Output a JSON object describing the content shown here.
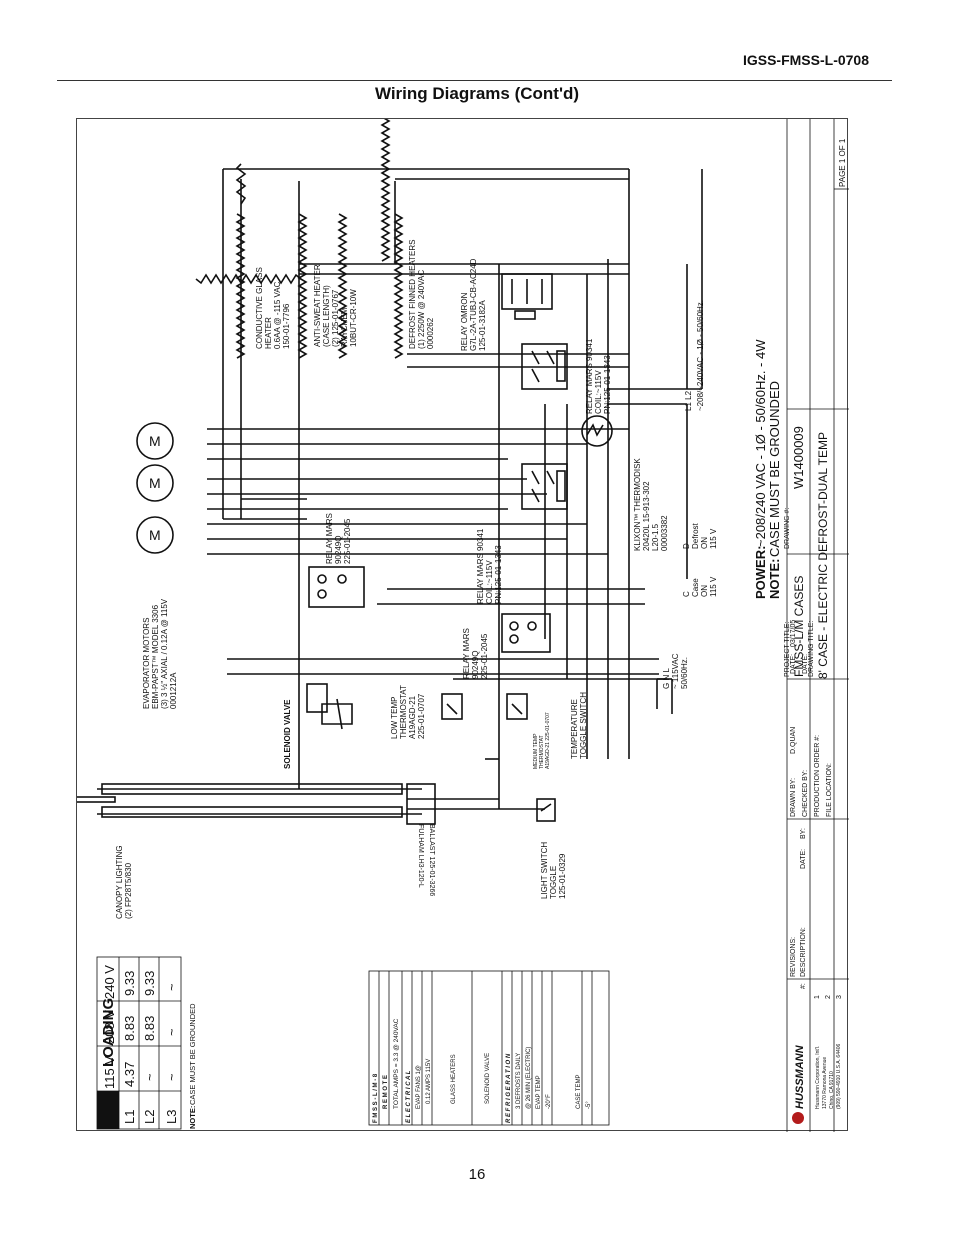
{
  "page": {
    "doc_id": "IGSS-FMSS-L-0708",
    "title": "Wiring Diagrams (Cont'd)",
    "page_number": "16"
  },
  "title_block": {
    "power_label": "POWER:",
    "power_value": "~208/240 VAC - 1Ø - 50/60Hz. - 4W",
    "note_label": "NOTE:",
    "note_value": "CASE MUST BE GROUNDED",
    "project_title_label": "PROJECT TITLE:",
    "project_title": "FMSS-L/M CASES",
    "drawing_no_label": "DRAWING #:",
    "drawing_no": "W1400009",
    "drawing_title_label": "DRAWING TITLE:",
    "drawing_title": "8' CASE - ELECTRIC DEFROST-DUAL TEMP",
    "page_of": "PAGE 1 OF 1",
    "drawn_by_label": "DRAWN BY:",
    "drawn_by": "D.QUAN",
    "date_label": "DATE:",
    "date": "03/17/05",
    "checked_by_label": "CHECKED BY:",
    "checked_date_label": "DATE:",
    "production_order_label": "PRODUCTION ORDER #:",
    "file_location_label": "FILE LOCATION:",
    "revisions_label": "REVISIONS:",
    "rev_num_label": "#:",
    "description_label": "DESCRIPTION:",
    "rev_date_label": "DATE:",
    "by_label": "BY:",
    "rev_rows": [
      "1",
      "2",
      "3"
    ],
    "company_logo": "HUSSMANN",
    "company_lines": [
      "Hussmann Corporation, Int'l.",
      "13770 Ramona Avenue",
      "Chino, CA 91710",
      "(909) 590-4910  U.S.A. 64406"
    ]
  },
  "loading_table": {
    "title": "LOADING",
    "headers": [
      "115 V",
      "208 V",
      "240 V"
    ],
    "rows": [
      {
        "label": "L1",
        "values": [
          "4.37",
          "8.83",
          "9.33"
        ]
      },
      {
        "label": "L2",
        "values": [
          "~",
          "8.83",
          "9.33"
        ]
      },
      {
        "label": "L3",
        "values": [
          "~",
          "~",
          "~"
        ]
      }
    ],
    "note_label": "NOTE:",
    "note": "CASE MUST BE GROUNDED"
  },
  "spec_table": {
    "model": "F M S S - L / M - 8",
    "remote": "R E M O T E",
    "total_amps": "TOTAL AMPS = 3.3 @ 240VAC",
    "electrical": "E L E C T R I C A L",
    "evap_fans": "EVAP FANS 1@",
    "evap_fans_amps": "0.12 AMPS 115V",
    "glass_heaters": "GLASS HEATERS",
    "solenoid_valve": "SOLENOID VALVE",
    "refrigeration": "R E F R I G E R A T I O N",
    "defrosts": "3 DEFROSTS DAILY",
    "defrost_time": "@ 26 MIN (ELECTRIC)",
    "evap_temp": "EVAP TEMP",
    "evap_temp_value": "-20°F",
    "case_temp": "CASE TEMP",
    "case_temp_value": "-5°"
  },
  "components": {
    "canopy_lighting": [
      "CANOPY LIGHTING",
      "(2) FP28T5/830"
    ],
    "light_switch": [
      "LIGHT SWITCH",
      "TOGGLE",
      "125-01-0329"
    ],
    "ballast": [
      "FULHAM LH3-120-L",
      "BALLAST 125-01-3266"
    ],
    "evap_motors": [
      "EVAPORATOR MOTORS",
      "EBM-PAPST™ MODEL 3306",
      "(3) 3 ½\" AXIAL / 0.12A @ 115V",
      "0001212A"
    ],
    "solenoid_valve": [
      "SOLENOID VALVE"
    ],
    "low_temp_thermostat": [
      "LOW TEMP",
      "THERMOSTAT",
      "A19AGD-21",
      "225-01-0707"
    ],
    "medium_temp_thermostat": [
      "MEDIUM TEMP",
      "THERMOSTAT",
      "A19AGD-21 225-01-0707"
    ],
    "temp_toggle": [
      "TEMPERATURE",
      "TOGGLE SWITCH"
    ],
    "relay_mars_1": [
      "RELAY MARS",
      "90249Q",
      "225-01-2045"
    ],
    "relay_mars_2": [
      "RELAY MARS",
      "90249Q",
      "225-01-2045"
    ],
    "relay_mars_90341_a": [
      "RELAY MARS 90341",
      "COIL:~115V",
      "PN:125-01-1343"
    ],
    "relay_mars_90341_b": [
      "RELAY MARS 90341",
      "COIL:~115V",
      "PN:125-01-1343"
    ],
    "klixon": [
      "KLIXON™ THERMODISK",
      "20420L 15-913-302",
      "L20-1.5",
      "00003382"
    ],
    "relay_omron": [
      "RELAY OMRON",
      "G7L-2A-TUBJ-CB-AC24D",
      "125-01-3182A"
    ],
    "conductive_glass": [
      "CONDUCTIVE GLASS",
      "HEATER",
      "0.6AA @ -115 VAC",
      "150-01-7796"
    ],
    "anti_sweat": [
      "ANTI-SWEAT HEATER",
      "(CASE LENGTH)",
      "(2) 125-01-0767",
      "RAYCHEM",
      "10BUT-CR-10W"
    ],
    "defrost_heaters": [
      "DEFROST FINNED HEATERS",
      "(1) 2250W @ 240VAC",
      "0000262"
    ],
    "supply_115": [
      "G N L",
      "~ 115VAC",
      "50/60Hz."
    ],
    "supply_208": [
      "L1  L2",
      "~208/~240VAC - 1Ø - 50/60Hz."
    ],
    "terminal_c": [
      "C",
      "Case",
      "ON",
      "115 V"
    ],
    "terminal_d": [
      "D",
      "Defrost",
      "ON",
      "115 V"
    ],
    "motor_letter": "M"
  }
}
